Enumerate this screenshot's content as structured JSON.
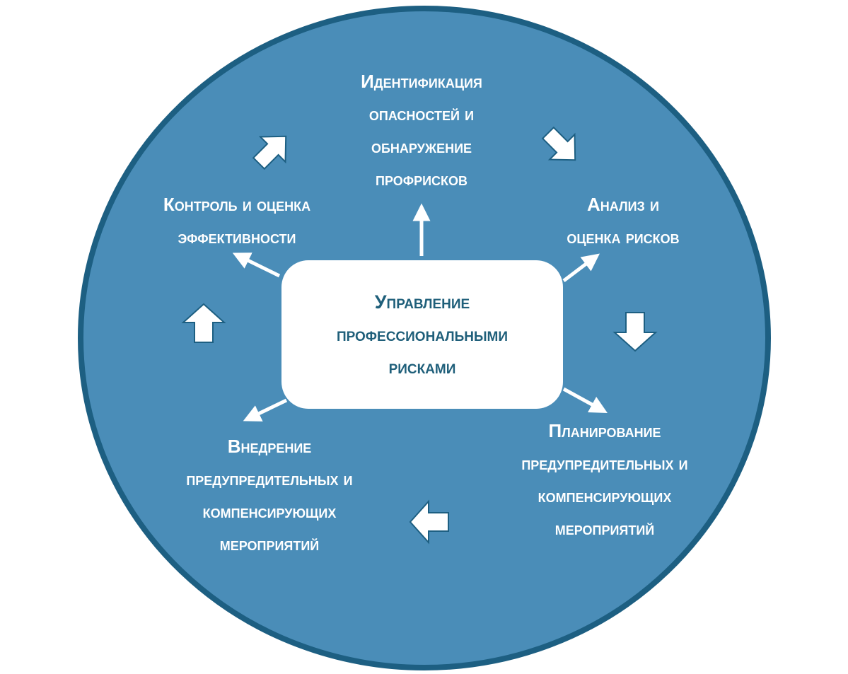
{
  "colors": {
    "circle_fill": "#4a8db8",
    "circle_border": "#1d5f82",
    "arrow_fill": "#ffffff",
    "center_text": "#1f5f7a"
  },
  "center": {
    "label": "Управление\nпрофессиональными\nрисками"
  },
  "stages": {
    "identification": "Идентификация\nопасностей и\nобнаружение\nпрофрисков",
    "analysis": "Анализ и\nоценка рисков",
    "planning": "Планирование\nпредупредительных и\nкомпенсирующих\nмероприятий",
    "implementation": "Внедрение\nпредупредительных и\nкомпенсирующих\nмероприятий",
    "control": "Контроль и оценка\nэффективности"
  }
}
